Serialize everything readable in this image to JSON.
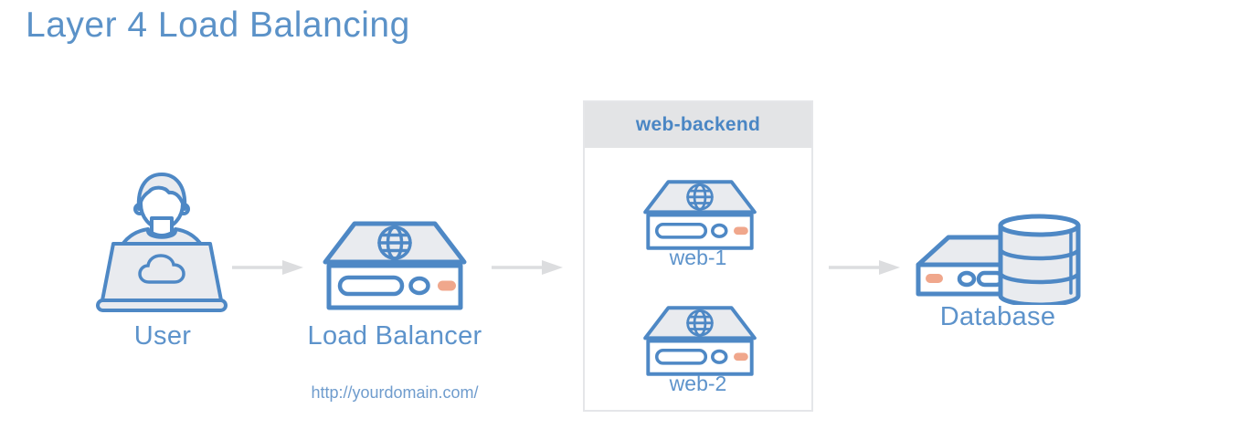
{
  "title": "Layer 4 Load Balancing",
  "colors": {
    "title_blue": "#5b92c8",
    "label_blue": "#5d93cb",
    "url_blue": "#6f9ccd",
    "group_title_blue": "#4a86c4",
    "outline_blue": "#4e88c5",
    "fill_light": "#e9ebef",
    "led_orange": "#f0a78c",
    "arrow_gray": "#dcdddf",
    "group_header_bg": "#e3e4e6",
    "group_border": "#e5e6e9"
  },
  "nodes": {
    "user": {
      "label": "User",
      "icon": "user-laptop-icon"
    },
    "load_balancer": {
      "label": "Load Balancer",
      "url": "http://yourdomain.com/",
      "icon": "server-globe-icon"
    },
    "backend_group": {
      "label": "web-backend",
      "servers": [
        {
          "label": "web-1",
          "icon": "server-globe-icon"
        },
        {
          "label": "web-2",
          "icon": "server-globe-icon"
        }
      ]
    },
    "database": {
      "label": "Database",
      "icon": "database-server-icon"
    }
  },
  "arrows": [
    {
      "from": "User",
      "to": "Load Balancer"
    },
    {
      "from": "Load Balancer",
      "to": "web-backend"
    },
    {
      "from": "web-backend",
      "to": "Database"
    }
  ]
}
